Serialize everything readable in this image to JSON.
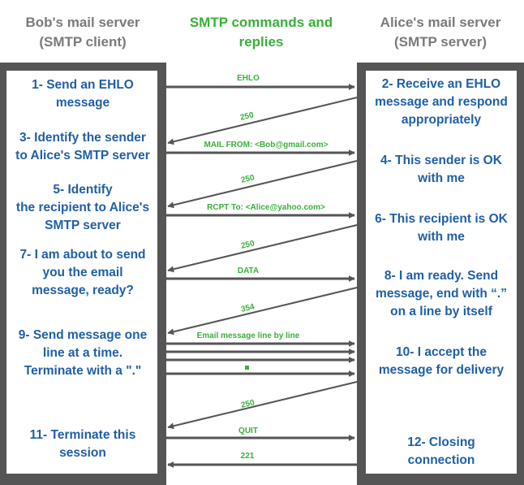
{
  "headers": {
    "client": "Bob's mail server\n(SMTP client)",
    "commands": "SMTP commands and\nreplies",
    "server": "Alice's mail server\n(SMTP server)"
  },
  "client_steps": [
    "1- Send an EHLO\nmessage",
    "3- Identify the sender\nto Alice's SMTP server",
    "5- Identify\nthe recipient to Alice's\nSMTP server",
    "7- I am about to send\nyou the email\nmessage, ready?",
    "9- Send message one\nline at a time.\nTerminate with a \".\"",
    "11- Terminate this\nsession"
  ],
  "server_steps": [
    "2- Receive an EHLO\nmessage and respond\nappropriately",
    "4- This sender is OK\nwith me",
    "6- This recipient is OK\nwith me",
    "8-  I am ready. Send\nmessage, end with “.”\non a line by itself",
    "10-  I accept the\nmessage for delivery",
    "12-  Closing\nconnection"
  ],
  "messages": {
    "ehlo": "EHLO",
    "reply_250_1": "250",
    "mail_from": "MAIL FROM: <Bob@gmail.com>",
    "reply_250_2": "250",
    "rcpt_to": "RCPT To: <Alice@yahoo.com>",
    "reply_250_3": "250",
    "data": "DATA",
    "reply_354": "354",
    "email_lines": "Email message line by line",
    "terminator": "▪",
    "reply_250_4": "250",
    "quit": "QUIT",
    "reply_221": "221"
  },
  "colors": {
    "client_header": "#7a7a7a",
    "commands_header": "#38b03a",
    "step_text": "#1f5fa6",
    "panel_frame": "#555555",
    "arrow": "#555555"
  }
}
